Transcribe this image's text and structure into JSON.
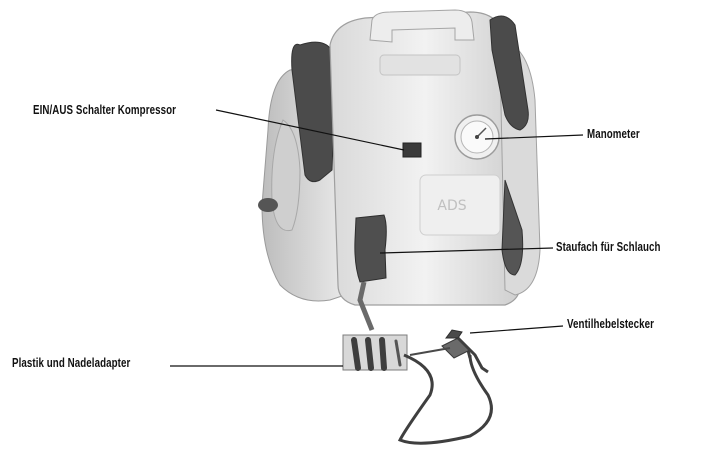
{
  "labels": {
    "switch": "EIN/AUS Schalter Kompressor",
    "gauge": "Manometer",
    "storage": "Staufach für Schlauch",
    "valve": "Ventilhebelstecker",
    "adapter": "Plastik und Nadeladapter"
  },
  "colors": {
    "ink": "#111111",
    "body": "#e6e6e6",
    "grip": "#4a4a4a",
    "background": "#ffffff"
  }
}
